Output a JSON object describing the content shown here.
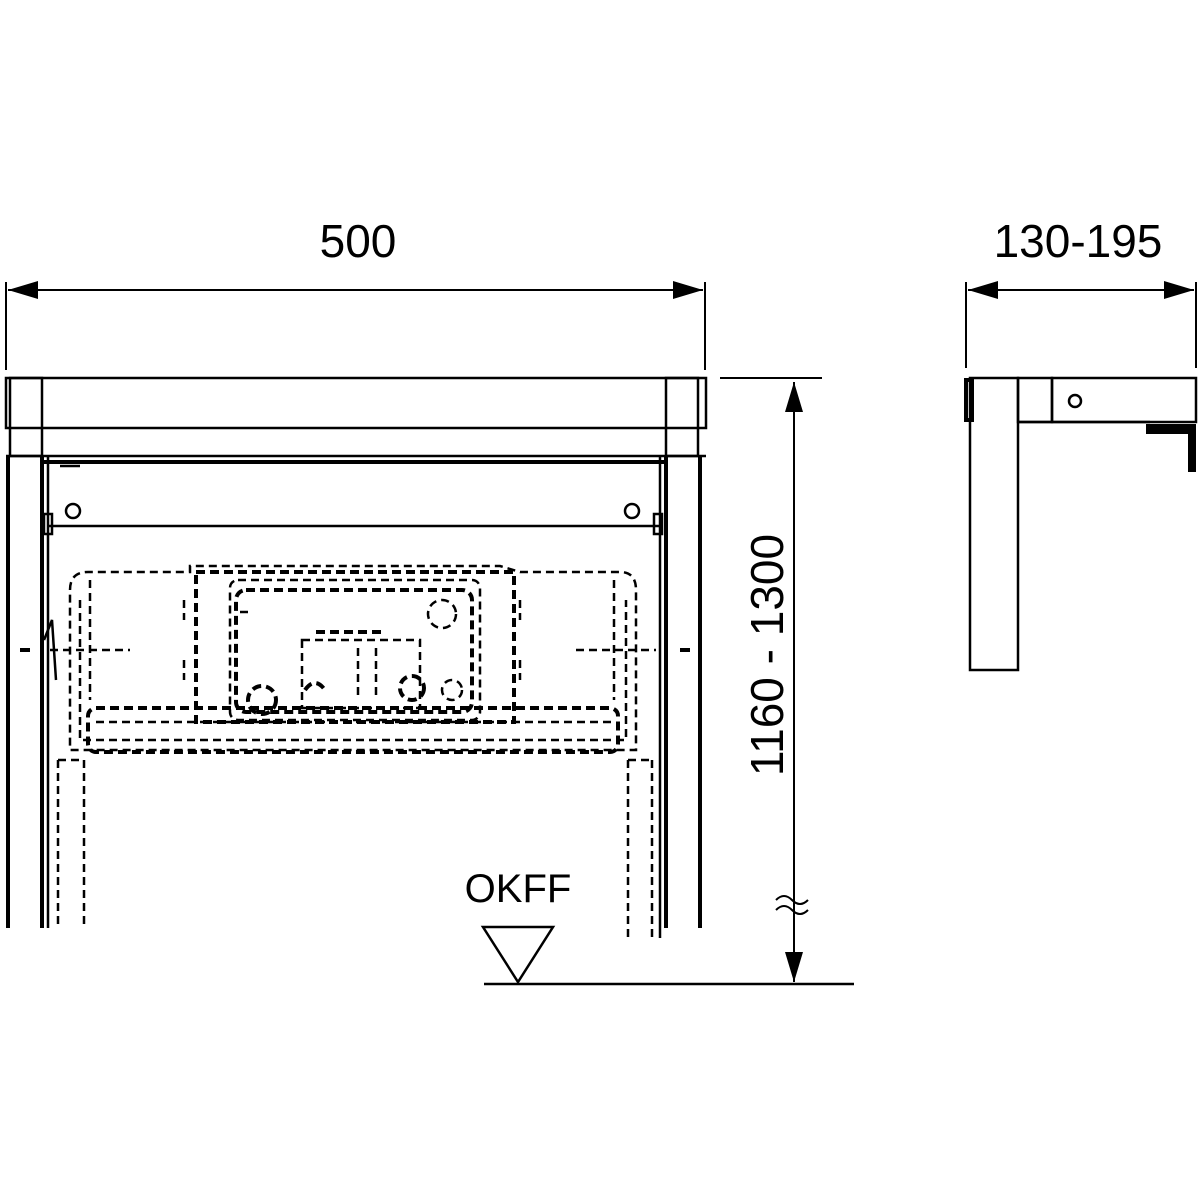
{
  "dimensions": {
    "width_label": "500",
    "depth_label": "130-195",
    "height_label": "1160 - 1300",
    "floor_label": "OKFF"
  },
  "colors": {
    "line": "#000000",
    "background": "#ffffff"
  }
}
